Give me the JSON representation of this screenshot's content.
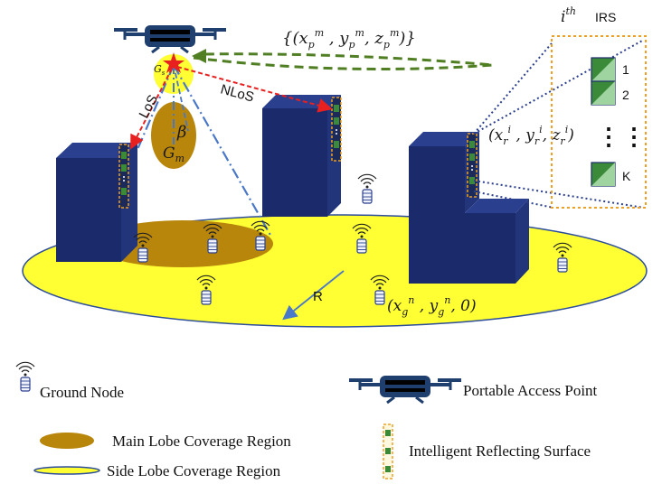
{
  "labels": {
    "los": "LoS",
    "nlos": "NLoS",
    "beta": "β",
    "gm_g": "G",
    "gm_sub": "m",
    "gs_g": "G",
    "gs_sub": "s",
    "radius": "R",
    "uav_position": "{(xpm, ypm, zpm)}",
    "irs_position": "(xri, yri, zri)",
    "node_position": "(xgn, ygn, 0)",
    "irs_title_i": "i",
    "irs_title_th": "th",
    "irs_title_text": "IRS",
    "element_1": "1",
    "element_2": "2",
    "element_k": "K",
    "dots": "⋮"
  },
  "legend": {
    "ground_node": "Ground Node",
    "access_point": "Portable Access Point",
    "main_lobe": "Main Lobe Coverage Region",
    "side_lobe": "Side Lobe Coverage Region",
    "irs": "Intelligent Reflecting Surface"
  },
  "colors": {
    "building": "#1b2a6b",
    "building_side": "#2b3f8f",
    "ground_ellipse": "#ffff33",
    "main_lobe": "#b8860b",
    "drone": "#1f3f6e",
    "los_line": "#e82020",
    "feedback_arrow": "#4f7f22",
    "irs_box": "#f0a020"
  }
}
